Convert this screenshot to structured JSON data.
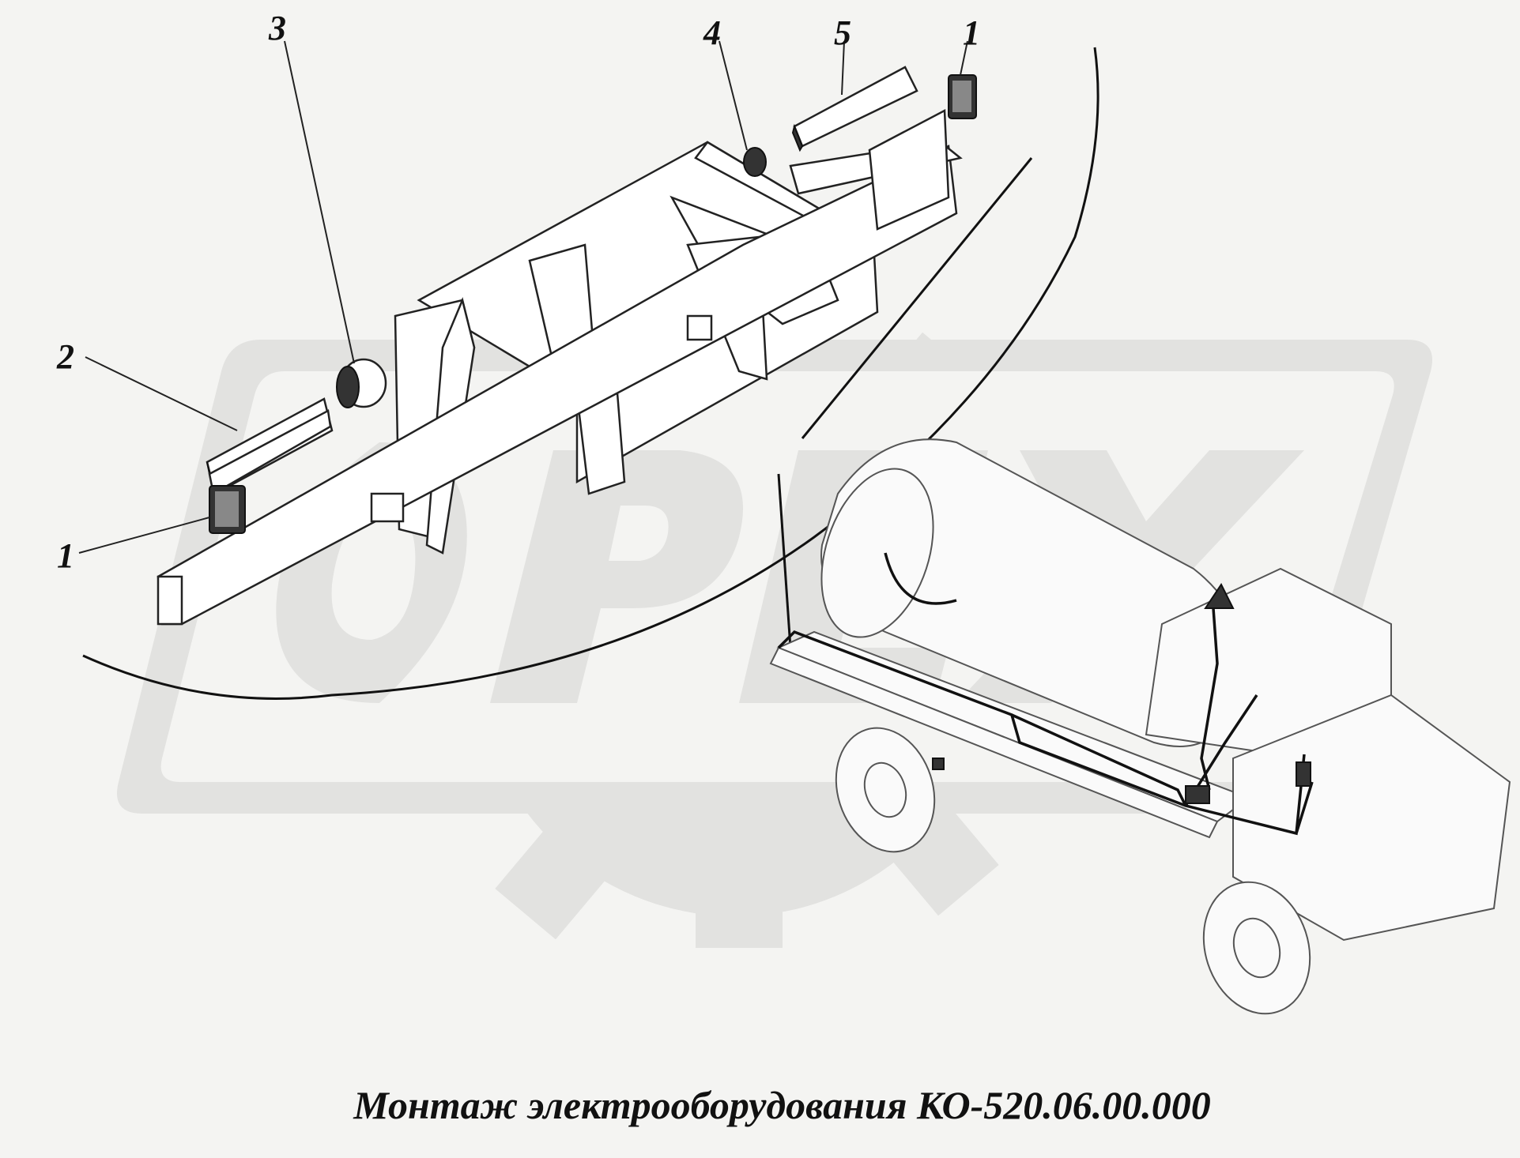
{
  "caption": "Монтаж электрооборудования КО-520.06.00.000",
  "watermark": {
    "text": "OPEX",
    "color": "#e2e2e0"
  },
  "callouts": [
    {
      "id": "callout-1-top",
      "label": "1"
    },
    {
      "id": "callout-1-bottom",
      "label": "1"
    },
    {
      "id": "callout-2",
      "label": "2"
    },
    {
      "id": "callout-3",
      "label": "3"
    },
    {
      "id": "callout-4",
      "label": "4"
    },
    {
      "id": "callout-5",
      "label": "5"
    }
  ]
}
